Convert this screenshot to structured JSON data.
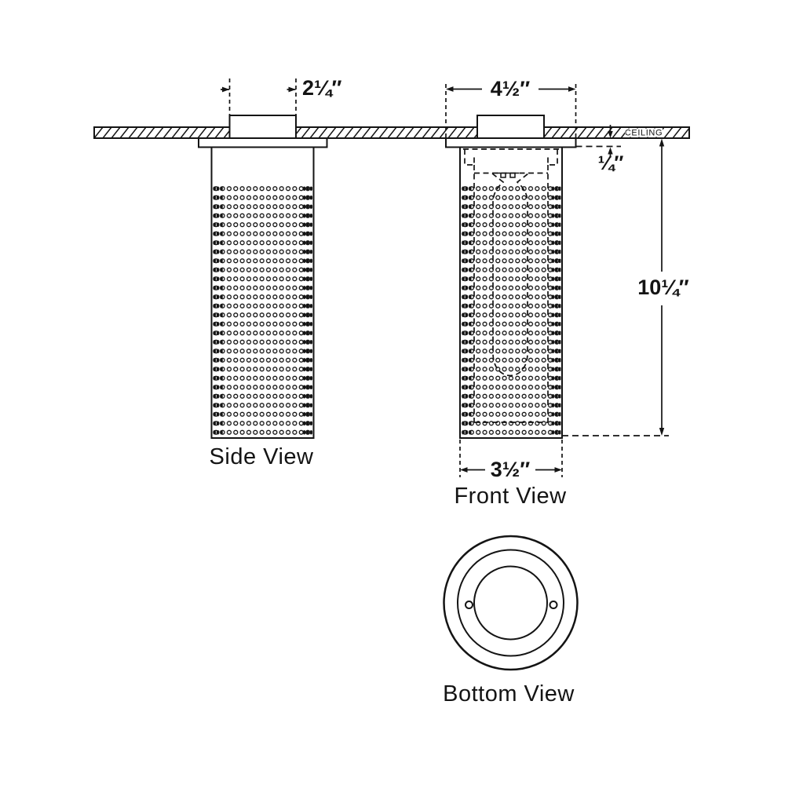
{
  "drawing": {
    "ceiling": {
      "label": "CEILING"
    },
    "views": {
      "side": {
        "label": "Side View"
      },
      "front": {
        "label": "Front View"
      },
      "bottom": {
        "label": "Bottom View"
      }
    },
    "dimensions": {
      "canopy_top_width": "2¼″",
      "canopy_width": "4½″",
      "canopy_thickness": "¼″",
      "overall_height": "10¼″",
      "shade_diameter": "3½″"
    },
    "colors": {
      "line": "#141414",
      "background": "#ffffff"
    }
  }
}
